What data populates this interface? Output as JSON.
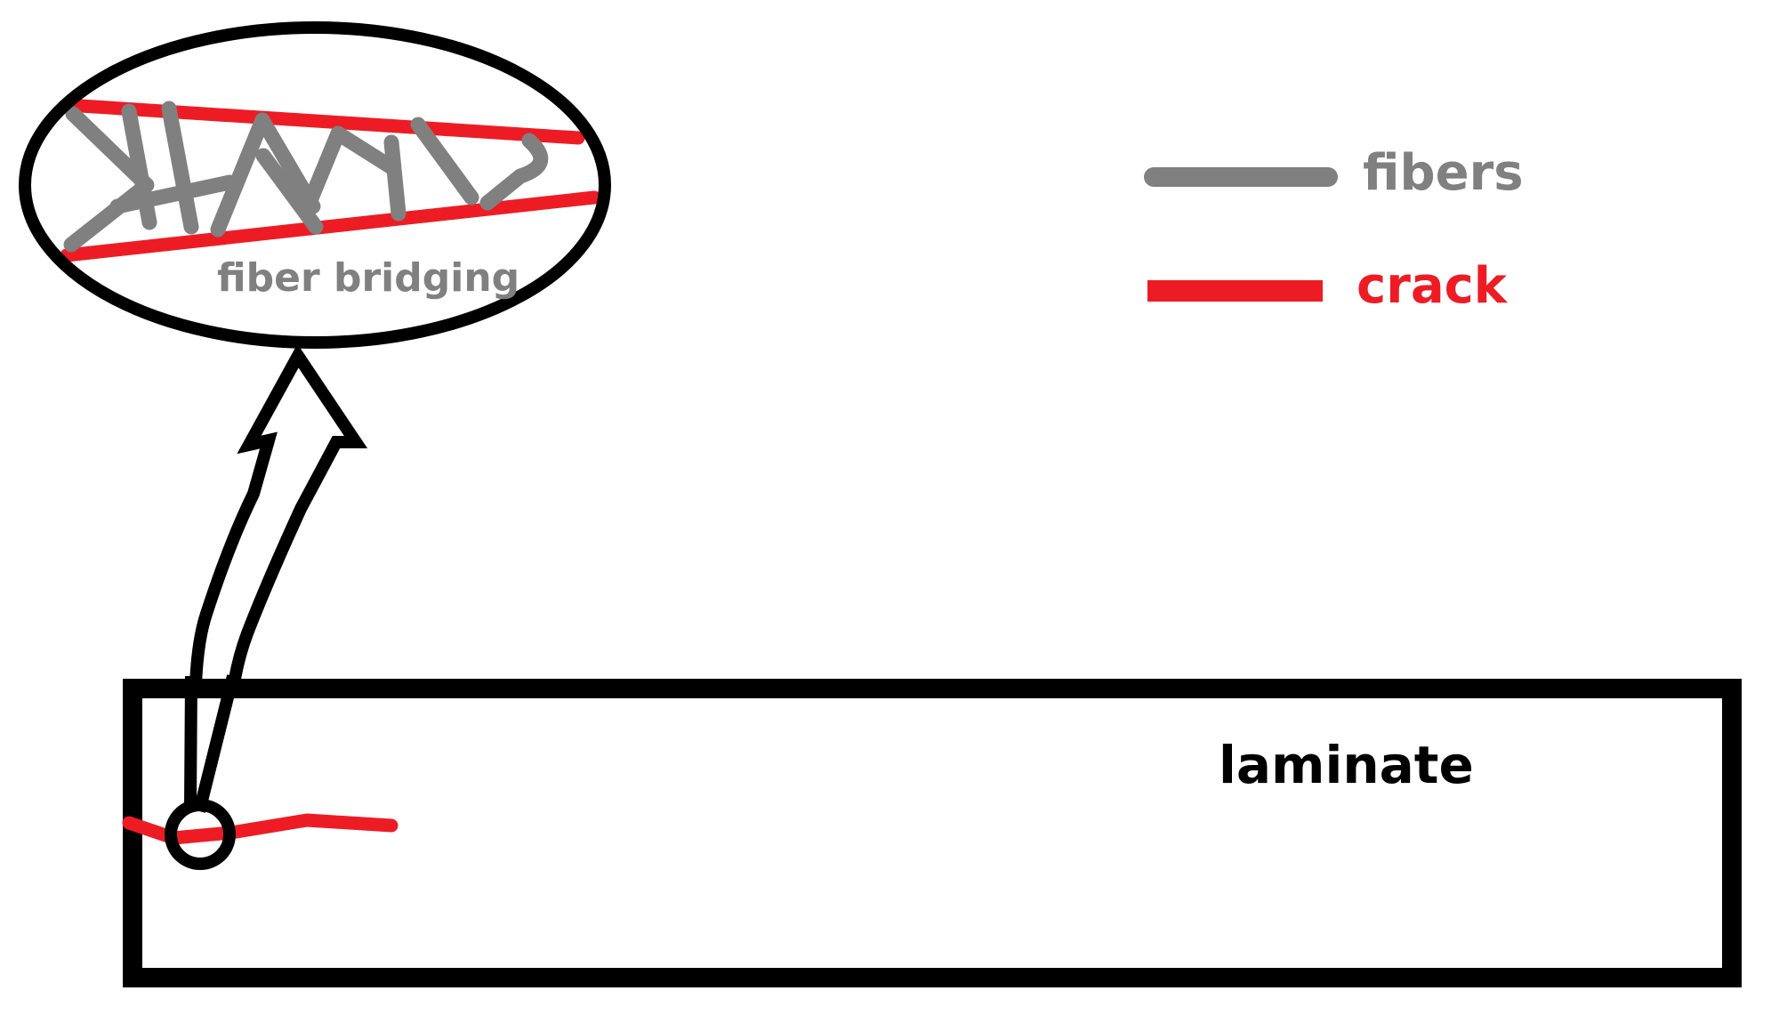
{
  "labels": {
    "fiber_bridging": "fiber bridging",
    "laminate": "laminate"
  },
  "legend": [
    {
      "label": "fibers",
      "color": "#808080",
      "line_icon": "gray-line"
    },
    {
      "label": "crack",
      "color": "#ed1c24",
      "line_icon": "red-line"
    }
  ],
  "colors": {
    "outline": "#000000",
    "fiber": "#808080",
    "crack": "#ed1c24",
    "background": "#ffffff"
  }
}
